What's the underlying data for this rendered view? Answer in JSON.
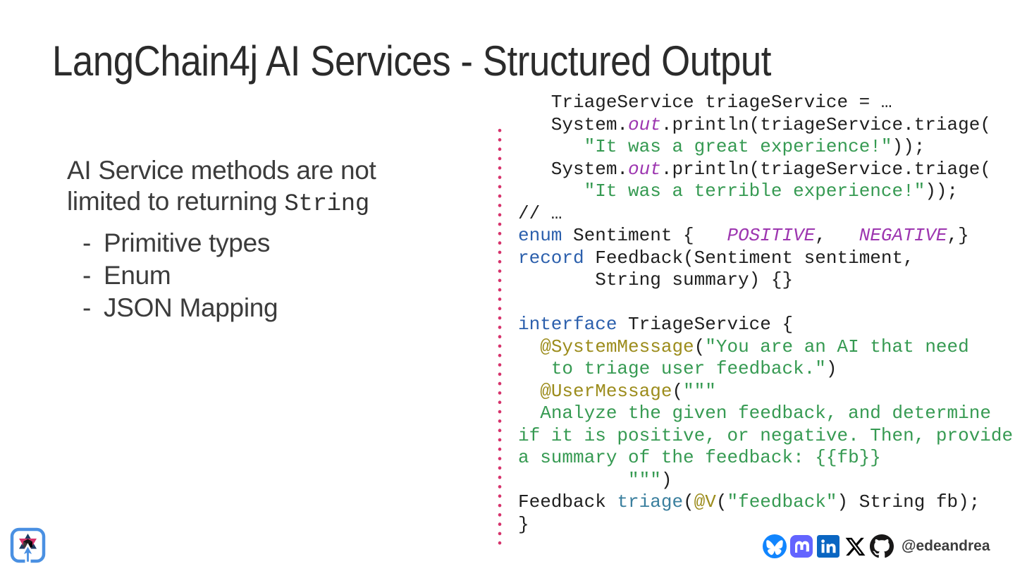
{
  "title": "LangChain4j AI Services - Structured Output",
  "intro": {
    "line1": "AI Service methods are not",
    "line2_text": "limited to returning ",
    "line2_code": "String",
    "bullet_char": "-",
    "bullets": [
      {
        "label": "Primitive types"
      },
      {
        "label": "Enum"
      },
      {
        "label": "JSON Mapping"
      }
    ]
  },
  "code": {
    "token_colors": {
      "p": "#1f1f1f",
      "k": "#2b5fac",
      "s": "#369a52",
      "v": "#9d36b0",
      "a": "#9c8c1c",
      "m": "#3a7f9e"
    },
    "lines": [
      [
        [
          "p",
          "   TriageService triageService = …"
        ]
      ],
      [
        [
          "p",
          "   System."
        ],
        [
          "v",
          "out"
        ],
        [
          "p",
          ".println(triageService.triage("
        ]
      ],
      [
        [
          "p",
          "      "
        ],
        [
          "s",
          "\"It was a great experience!\""
        ],
        [
          "p",
          "));"
        ]
      ],
      [
        [
          "p",
          "   System."
        ],
        [
          "v",
          "out"
        ],
        [
          "p",
          ".println(triageService.triage("
        ]
      ],
      [
        [
          "p",
          "      "
        ],
        [
          "s",
          "\"It was a terrible experience!\""
        ],
        [
          "p",
          "));"
        ]
      ],
      [
        [
          "p",
          "// …"
        ]
      ],
      [
        [
          "k",
          "enum"
        ],
        [
          "p",
          " Sentiment {   "
        ],
        [
          "v",
          "POSITIVE"
        ],
        [
          "p",
          ",   "
        ],
        [
          "v",
          "NEGATIVE"
        ],
        [
          "p",
          ",}"
        ]
      ],
      [
        [
          "k",
          "record"
        ],
        [
          "p",
          " Feedback(Sentiment sentiment,"
        ]
      ],
      [
        [
          "p",
          "       String summary) {}"
        ]
      ],
      [],
      [
        [
          "k",
          "interface"
        ],
        [
          "p",
          " TriageService {"
        ]
      ],
      [
        [
          "p",
          "  "
        ],
        [
          "a",
          "@SystemMessage"
        ],
        [
          "p",
          "("
        ],
        [
          "s",
          "\"You are an AI that need"
        ]
      ],
      [
        [
          "p",
          "   "
        ],
        [
          "s",
          "to triage user feedback.\""
        ],
        [
          "p",
          ")"
        ]
      ],
      [
        [
          "p",
          "  "
        ],
        [
          "a",
          "@UserMessage"
        ],
        [
          "p",
          "("
        ],
        [
          "s",
          "\"\"\""
        ]
      ],
      [
        [
          "p",
          "  "
        ],
        [
          "s",
          "Analyze the given feedback, and determine"
        ]
      ],
      [
        [
          "s",
          "if it is positive, or negative. Then, provide"
        ]
      ],
      [
        [
          "s",
          "a summary of the feedback: {{fb}}"
        ]
      ],
      [
        [
          "p",
          "          "
        ],
        [
          "s",
          "\"\"\""
        ],
        [
          "p",
          ")"
        ]
      ],
      [
        [
          "p",
          "Feedback "
        ],
        [
          "m",
          "triage"
        ],
        [
          "p",
          "("
        ],
        [
          "a",
          "@V"
        ],
        [
          "p",
          "("
        ],
        [
          "s",
          "\"feedback\""
        ],
        [
          "p",
          ") String fb);"
        ]
      ],
      [
        [
          "p",
          "}"
        ]
      ]
    ]
  },
  "divider": {
    "color": "#d6336c"
  },
  "footer": {
    "handle": "@edeandrea",
    "icons": [
      {
        "name": "bluesky",
        "color": "#1185fe"
      },
      {
        "name": "mastodon",
        "color": "#6364ff"
      },
      {
        "name": "linkedin",
        "color": "#0a66c2"
      },
      {
        "name": "x",
        "color": "#000000"
      },
      {
        "name": "github",
        "color": "#181717"
      }
    ],
    "logo_accent": "#4a90e2",
    "logo_star_pink": "#d6336c",
    "logo_star_navy": "#1d3a5f"
  }
}
